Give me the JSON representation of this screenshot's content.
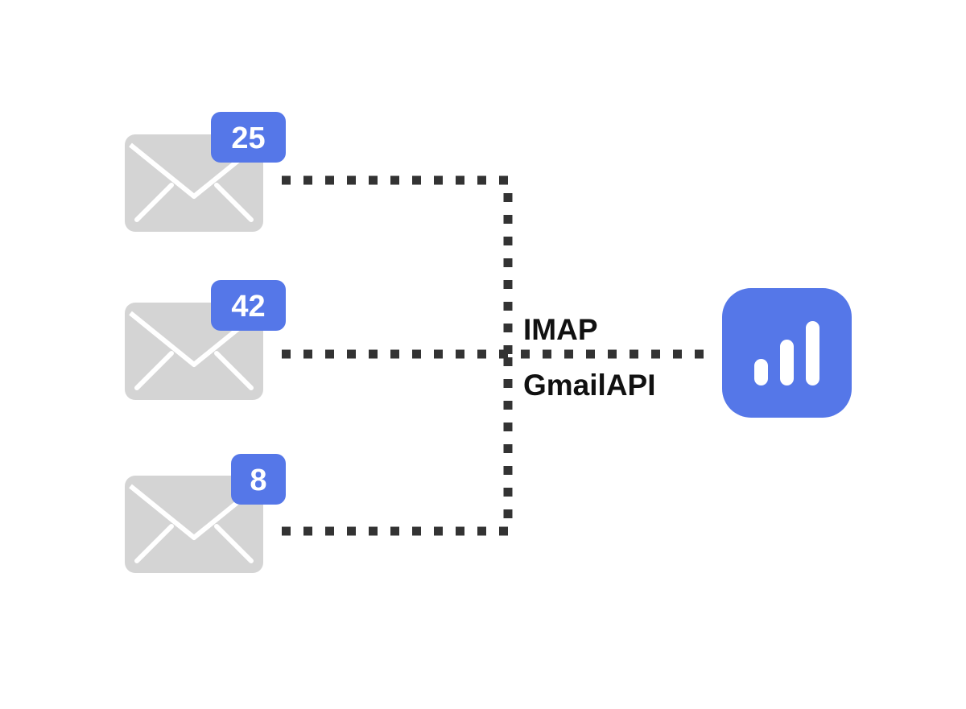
{
  "colors": {
    "accent": "#5577E8",
    "envelope": "#D4D4D4",
    "envelope_lines": "#FFFFFF",
    "connector": "#333333",
    "text": "#111111"
  },
  "inboxes": [
    {
      "unread_count": "25",
      "icon": "envelope-icon"
    },
    {
      "unread_count": "42",
      "icon": "envelope-icon"
    },
    {
      "unread_count": "8",
      "icon": "envelope-icon"
    }
  ],
  "protocols": {
    "primary": "IMAP",
    "secondary": "GmailAPI"
  },
  "destination": {
    "icon": "bar-chart-app-icon"
  }
}
